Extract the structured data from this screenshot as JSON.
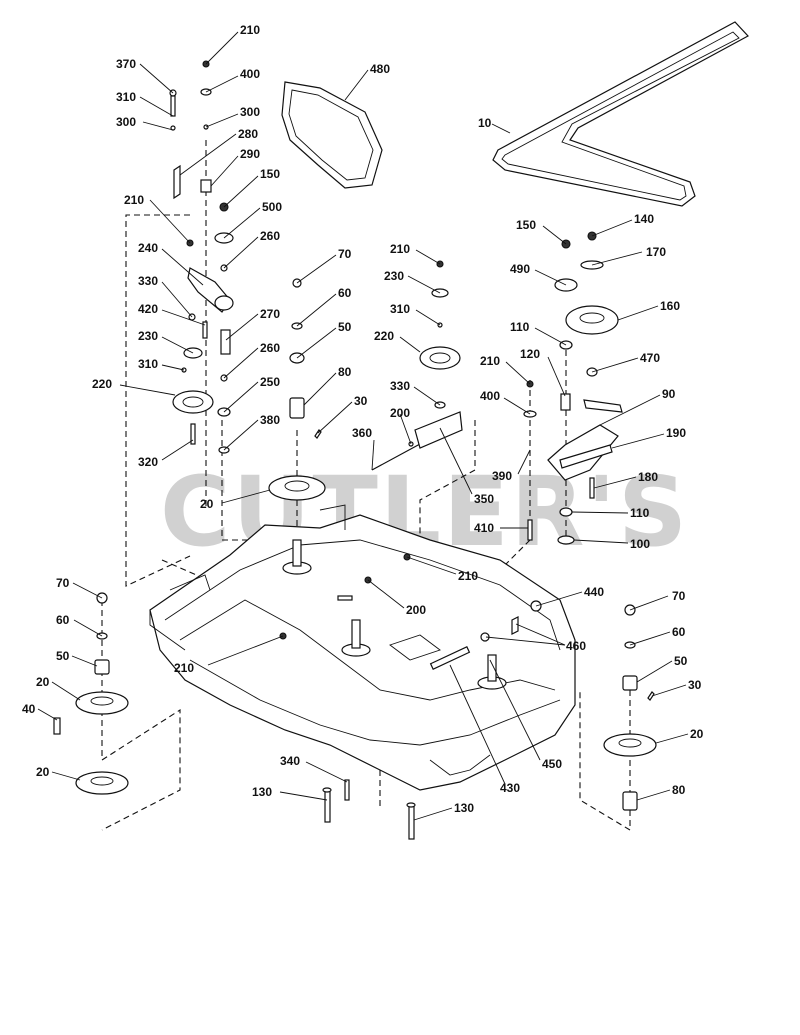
{
  "watermark": "CUTLER'S",
  "callouts": {
    "c10": "10",
    "c20a": "20",
    "c20b": "20",
    "c20c": "20",
    "c20d": "20",
    "c30a": "30",
    "c30b": "30",
    "c40": "40",
    "c50a": "50",
    "c50b": "50",
    "c50c": "50",
    "c60a": "60",
    "c60b": "60",
    "c60c": "60",
    "c70a": "70",
    "c70b": "70",
    "c70c": "70",
    "c80a": "80",
    "c80b": "80",
    "c90": "90",
    "c100": "100",
    "c110a": "110",
    "c110b": "110",
    "c120": "120",
    "c130a": "130",
    "c130b": "130",
    "c140": "140",
    "c150a": "150",
    "c150b": "150",
    "c160": "160",
    "c170": "170",
    "c180": "180",
    "c190": "190",
    "c200a": "200",
    "c200b": "200",
    "c210a": "210",
    "c210b": "210",
    "c210c": "210",
    "c210d": "210",
    "c210e": "210",
    "c210f": "210",
    "c220a": "220",
    "c220b": "220",
    "c230a": "230",
    "c230b": "230",
    "c240": "240",
    "c250": "250",
    "c260a": "260",
    "c260b": "260",
    "c270": "270",
    "c280": "280",
    "c290": "290",
    "c300a": "300",
    "c300b": "300",
    "c310a": "310",
    "c310b": "310",
    "c310c": "310",
    "c320": "320",
    "c330a": "330",
    "c330b": "330",
    "c340": "340",
    "c350": "350",
    "c360": "360",
    "c370": "370",
    "c380": "380",
    "c390": "390",
    "c400a": "400",
    "c400b": "400",
    "c410": "410",
    "c420": "420",
    "c430": "430",
    "c440": "440",
    "c450": "450",
    "c460": "460",
    "c470": "470",
    "c480": "480",
    "c490": "490",
    "c500": "500"
  }
}
